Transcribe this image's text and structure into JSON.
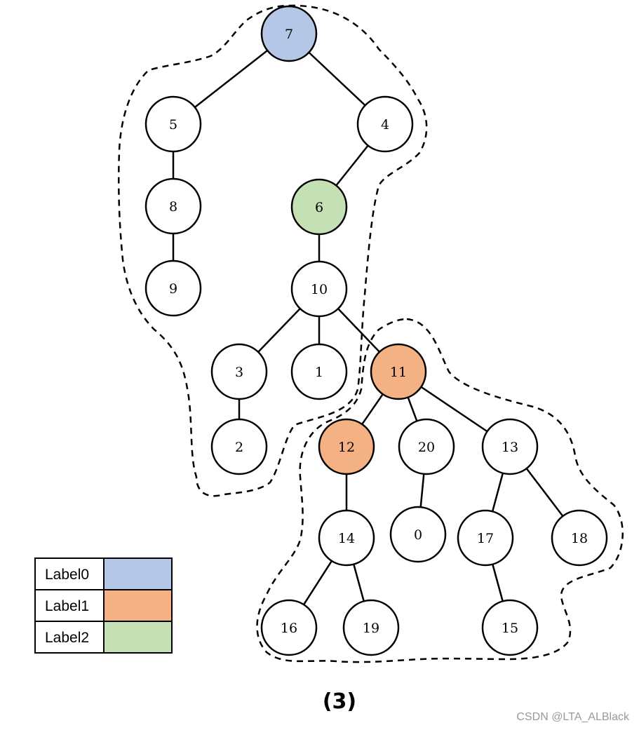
{
  "diagram": {
    "colors": {
      "label0": "#b4c7e7",
      "label1": "#f4b183",
      "label2": "#c5e0b4",
      "default": "#ffffff",
      "stroke": "#000000"
    },
    "nodes": [
      {
        "id": "7",
        "color": "label0"
      },
      {
        "id": "5",
        "color": "default"
      },
      {
        "id": "4",
        "color": "default"
      },
      {
        "id": "8",
        "color": "default"
      },
      {
        "id": "6",
        "color": "label2"
      },
      {
        "id": "9",
        "color": "default"
      },
      {
        "id": "10",
        "color": "default"
      },
      {
        "id": "3",
        "color": "default"
      },
      {
        "id": "1",
        "color": "default"
      },
      {
        "id": "11",
        "color": "label1"
      },
      {
        "id": "2",
        "color": "default"
      },
      {
        "id": "12",
        "color": "label1"
      },
      {
        "id": "20",
        "color": "default"
      },
      {
        "id": "13",
        "color": "default"
      },
      {
        "id": "14",
        "color": "default"
      },
      {
        "id": "0",
        "color": "default"
      },
      {
        "id": "17",
        "color": "default"
      },
      {
        "id": "18",
        "color": "default"
      },
      {
        "id": "16",
        "color": "default"
      },
      {
        "id": "19",
        "color": "default"
      },
      {
        "id": "15",
        "color": "default"
      }
    ],
    "edges": [
      [
        "7",
        "5"
      ],
      [
        "7",
        "4"
      ],
      [
        "5",
        "8"
      ],
      [
        "8",
        "9"
      ],
      [
        "4",
        "6"
      ],
      [
        "6",
        "10"
      ],
      [
        "10",
        "3"
      ],
      [
        "10",
        "1"
      ],
      [
        "10",
        "11"
      ],
      [
        "3",
        "2"
      ],
      [
        "11",
        "12"
      ],
      [
        "11",
        "20"
      ],
      [
        "11",
        "13"
      ],
      [
        "12",
        "14"
      ],
      [
        "20",
        "0"
      ],
      [
        "13",
        "17"
      ],
      [
        "13",
        "18"
      ],
      [
        "14",
        "16"
      ],
      [
        "14",
        "19"
      ],
      [
        "17",
        "15"
      ]
    ],
    "clusters": [
      {
        "name": "upper-cluster"
      },
      {
        "name": "lower-cluster"
      }
    ]
  },
  "legend": {
    "rows": [
      {
        "label": "Label0",
        "color": "#b4c7e7"
      },
      {
        "label": "Label1",
        "color": "#f4b183"
      },
      {
        "label": "Label2",
        "color": "#c5e0b4"
      }
    ]
  },
  "caption": "(3)",
  "watermark": "CSDN @LTA_ALBlack"
}
